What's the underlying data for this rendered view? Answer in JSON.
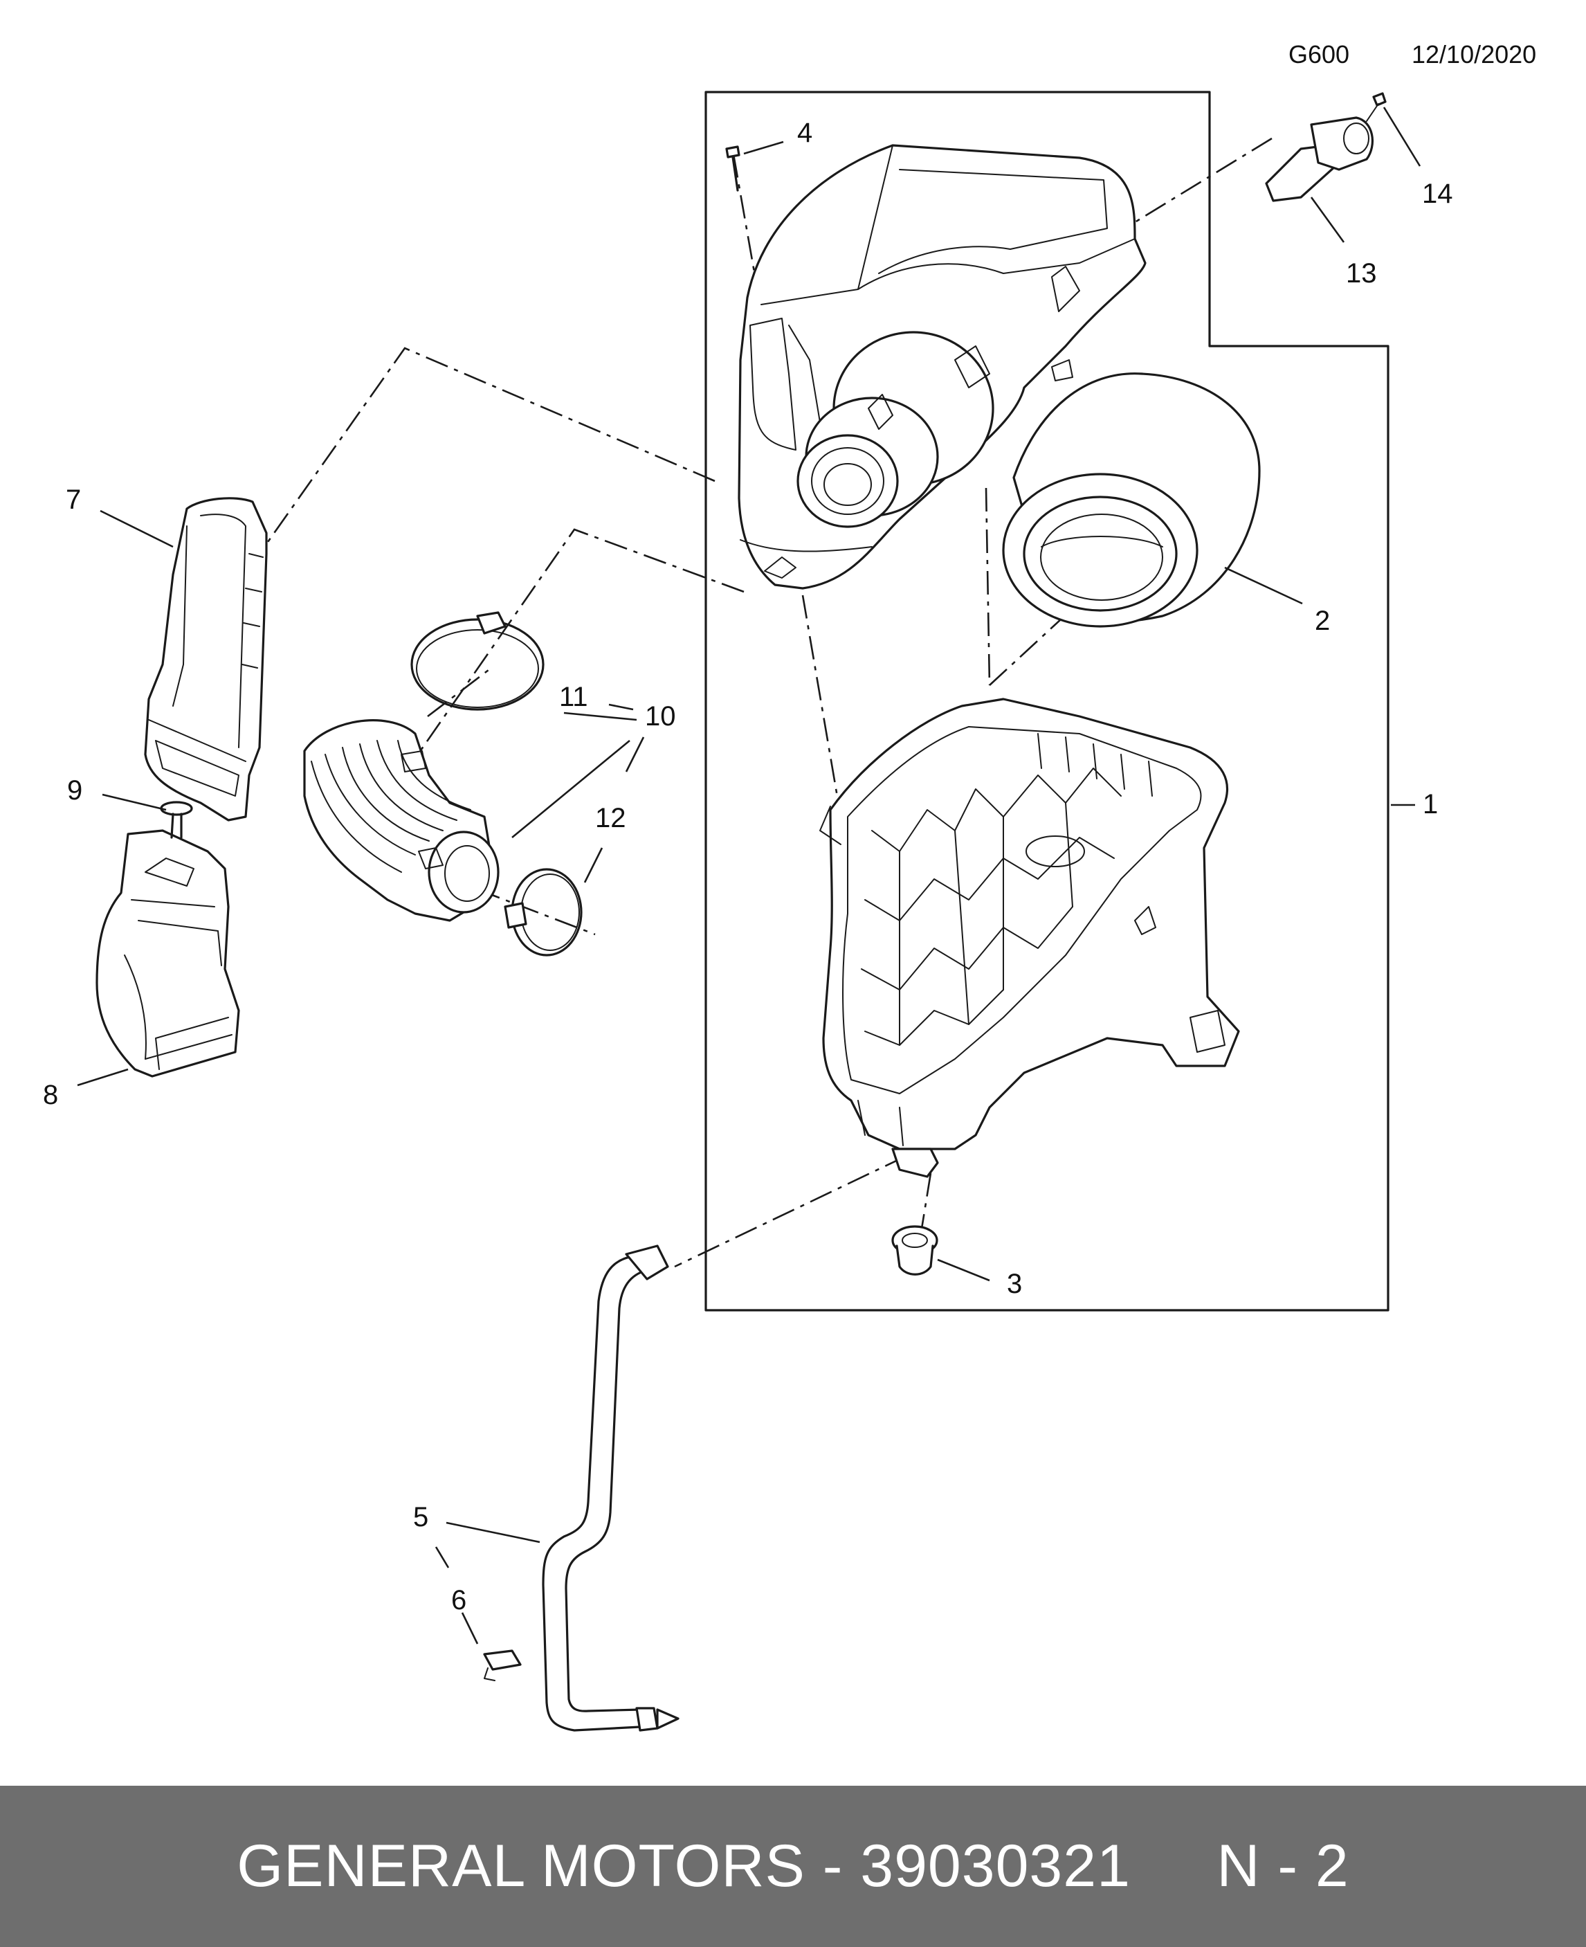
{
  "header": {
    "code": "G600",
    "date": "12/10/2020"
  },
  "callouts": [
    "1",
    "2",
    "3",
    "4",
    "5",
    "6",
    "7",
    "8",
    "9",
    "10",
    "11",
    "12",
    "13",
    "14"
  ],
  "footer": {
    "text": "GENERAL MOTORS - 39030321     N - 2"
  }
}
